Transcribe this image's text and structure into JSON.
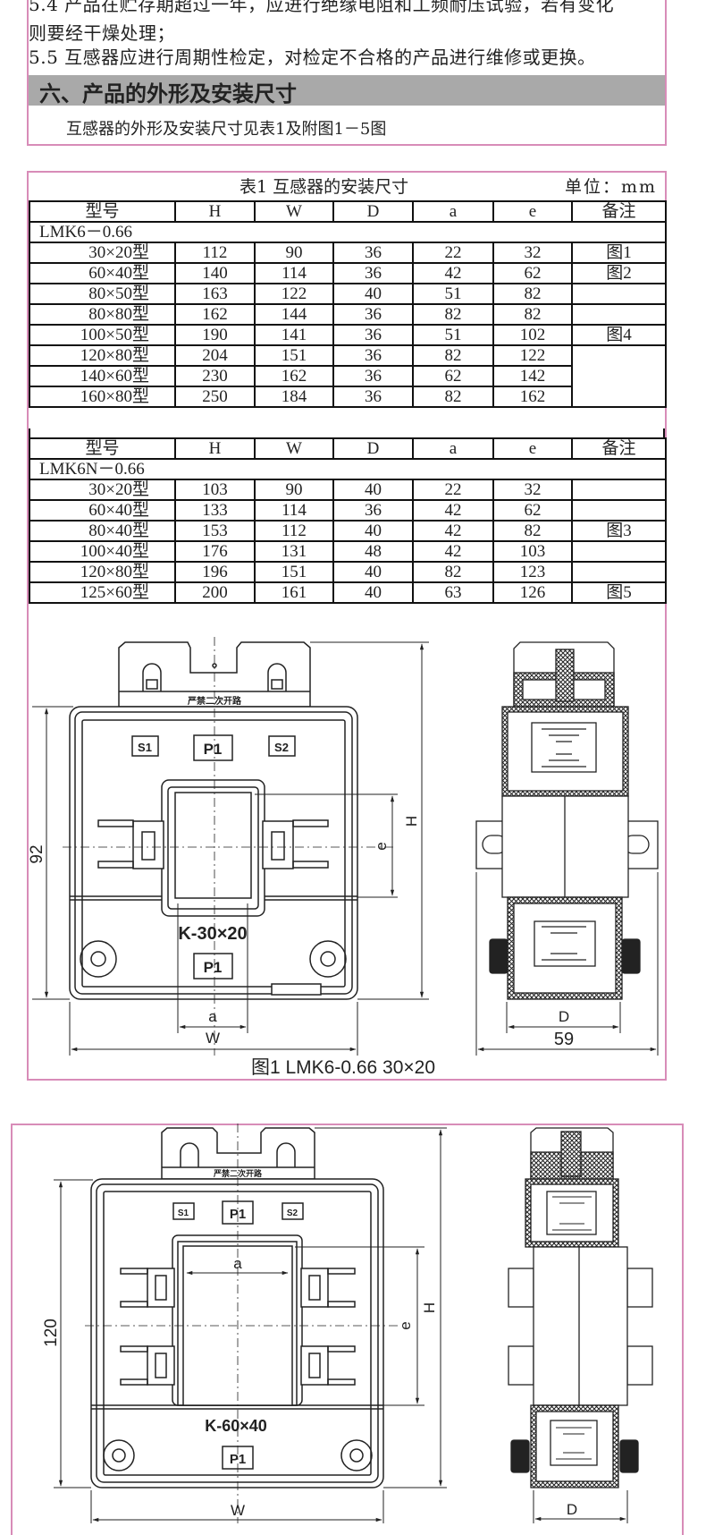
{
  "intro": {
    "lines": [
      "5.4 产品在贮存期超过一年，应进行绝缘电阻和工频耐压试验，若有变化",
      "则要经干燥处理；",
      "5.5 互感器应进行周期性检定，对检定不合格的产品进行维修或更换。"
    ],
    "section_title": "六、产品的外形及安装尺寸",
    "section_text": "互感器的外形及安装尺寸见表1及附图1－5图"
  },
  "table": {
    "title": "表1 互感器的安装尺寸",
    "unit": "单位：mm",
    "headers": [
      "型号",
      "H",
      "W",
      "D",
      "a",
      "e",
      "备注"
    ],
    "groups": [
      {
        "series": "LMK6－0.66",
        "rows": [
          [
            "30×20型",
            "112",
            "90",
            "36",
            "22",
            "32",
            "图1"
          ],
          [
            "60×40型",
            "140",
            "114",
            "36",
            "42",
            "62",
            "图2"
          ],
          [
            "80×50型",
            "163",
            "122",
            "40",
            "51",
            "82",
            ""
          ],
          [
            "80×80型",
            "162",
            "144",
            "36",
            "82",
            "82",
            ""
          ],
          [
            "100×50型",
            "190",
            "141",
            "36",
            "51",
            "102",
            "图4"
          ],
          [
            "120×80型",
            "204",
            "151",
            "36",
            "82",
            "122",
            ""
          ],
          [
            "140×60型",
            "230",
            "162",
            "36",
            "62",
            "142",
            ""
          ],
          [
            "160×80型",
            "250",
            "184",
            "36",
            "82",
            "162",
            ""
          ]
        ]
      },
      {
        "series": "LMK6N－0.66",
        "rows": [
          [
            "30×20型",
            "103",
            "90",
            "40",
            "22",
            "32",
            ""
          ],
          [
            "60×40型",
            "133",
            "114",
            "36",
            "42",
            "62",
            ""
          ],
          [
            "80×40型",
            "153",
            "112",
            "40",
            "42",
            "82",
            "图3"
          ],
          [
            "100×40型",
            "176",
            "131",
            "48",
            "42",
            "103",
            ""
          ],
          [
            "120×80型",
            "196",
            "151",
            "40",
            "82",
            "123",
            ""
          ],
          [
            "125×60型",
            "200",
            "161",
            "40",
            "63",
            "126",
            "图5"
          ]
        ]
      }
    ]
  },
  "figure1": {
    "warning": "严禁二次开路",
    "terminals": [
      "S1",
      "P1",
      "S2"
    ],
    "bottom_terminal": "P1",
    "model_mark": "K-30×20",
    "dims": {
      "height": "92",
      "H": "H",
      "e": "e",
      "a": "a",
      "W": "W",
      "D": "D",
      "depth": "59"
    },
    "caption": "图1 LMK6-0.66 30×20"
  },
  "figure2": {
    "warning": "严禁二次开路",
    "terminals": [
      "S1",
      "P1",
      "S2"
    ],
    "bottom_terminal": "P1",
    "model_mark": "K-60×40",
    "dims": {
      "height": "120",
      "H": "H",
      "e": "e",
      "a": "a",
      "W": "W",
      "D": "D"
    }
  }
}
